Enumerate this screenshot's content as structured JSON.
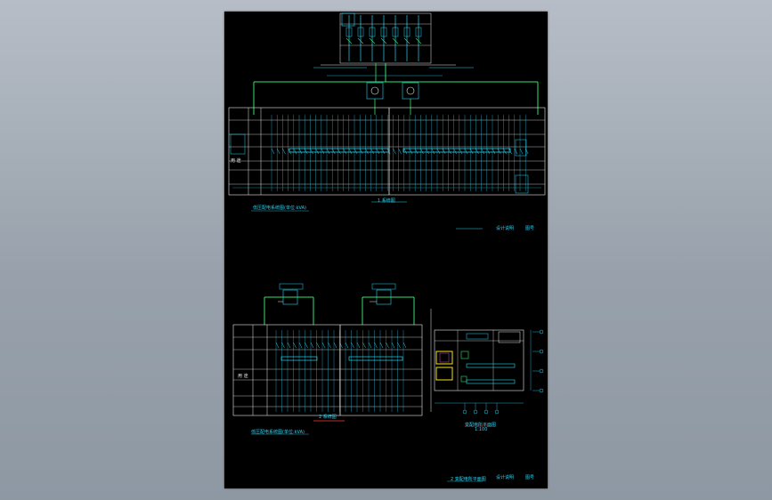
{
  "viewer": {
    "background": "#9aa3ad",
    "sheet_color": "#000000"
  },
  "colors": {
    "cyan": "#29d3f2",
    "green": "#36e06a",
    "white": "#e8e8e8",
    "yellow": "#f5e21a",
    "red": "#ff3b3b",
    "magenta": "#d04ad0"
  },
  "labels": {
    "top_caption": "1 系统图",
    "top_title": "低压配电系统图(单位:kVA)",
    "top_stamp_a": "设计说明",
    "top_stamp_b": "图号",
    "row_use_top": "用 途",
    "row_use_bottom": "用 途",
    "mid_caption": "2 系统图",
    "mid_title": "低压配电系统图(单位:kVA)",
    "plan_note": "变配电所平面图",
    "plan_scale": "1:100",
    "bottom_title": "2 变配电所平面图",
    "bottom_stamp_a": "设计说明",
    "bottom_stamp_b": "图号"
  }
}
